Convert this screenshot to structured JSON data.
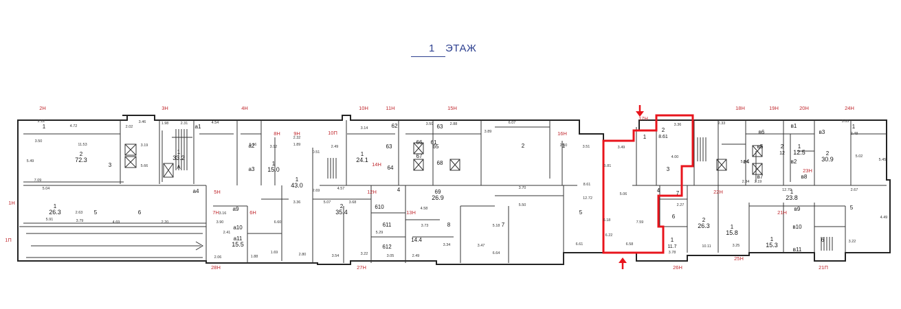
{
  "title": {
    "number": "1",
    "text": "ЭТАЖ"
  },
  "colors": {
    "walls": "#222222",
    "title": "#2c3f8f",
    "premise_marker": "#c0272d",
    "highlight": "#e8141c",
    "arrow": "#e8141c"
  },
  "premise_markers": [
    "2Н",
    "3Н",
    "4Н",
    "8Н",
    "9Н",
    "10П",
    "10Н",
    "11Н",
    "15Н",
    "16Н",
    "17Н",
    "18Н",
    "19Н",
    "20Н",
    "24Н",
    "1Н",
    "1П",
    "5Н",
    "6Н",
    "7Н",
    "14Н",
    "12Н",
    "13Н",
    "21Н",
    "22Н",
    "23Н",
    "25Н",
    "26Н",
    "27Н",
    "28Н",
    "21П"
  ],
  "rooms": [
    {
      "n": "1",
      "area": ""
    },
    {
      "n": "2",
      "area": "72.3"
    },
    {
      "n": "3",
      "area": ""
    },
    {
      "n": "1",
      "area": "33.2"
    },
    {
      "n": "а1",
      "area": ""
    },
    {
      "n": "а2",
      "area": ""
    },
    {
      "n": "а3",
      "area": ""
    },
    {
      "n": "1",
      "area": "15.0"
    },
    {
      "n": "1",
      "area": "43.0"
    },
    {
      "n": "2",
      "area": "35.4"
    },
    {
      "n": "1",
      "area": "24.1"
    },
    {
      "n": "62",
      "area": ""
    },
    {
      "n": "63",
      "area": ""
    },
    {
      "n": "64",
      "area": ""
    },
    {
      "n": "65",
      "area": ""
    },
    {
      "n": "69",
      "area": "26.9"
    },
    {
      "n": "2",
      "area": ""
    },
    {
      "n": "1",
      "area": ""
    },
    {
      "n": "5",
      "area": ""
    },
    {
      "n": "1",
      "area": ""
    },
    {
      "n": "2",
      "area": "",
      "extra": "8.61"
    },
    {
      "n": "3",
      "area": ""
    },
    {
      "n": "4",
      "area": ""
    },
    {
      "n": "7",
      "area": ""
    },
    {
      "n": "6",
      "area": ""
    },
    {
      "n": "1",
      "area": "",
      "extra": "11.7"
    },
    {
      "n": "2",
      "area": "26.3"
    },
    {
      "n": "в1",
      "area": ""
    },
    {
      "n": "в5",
      "area": ""
    },
    {
      "n": "1",
      "area": "12.5"
    },
    {
      "n": "2",
      "area": "30.9"
    },
    {
      "n": "1",
      "area": ""
    },
    {
      "n": "1",
      "area": "26.3"
    },
    {
      "n": "5",
      "area": ""
    },
    {
      "n": "6",
      "area": ""
    },
    {
      "n": "а4",
      "area": ""
    },
    {
      "n": "а9",
      "area": ""
    },
    {
      "n": "а10",
      "area": ""
    },
    {
      "n": "а11",
      "area": "15.5"
    },
    {
      "n": "610",
      "area": ""
    },
    {
      "n": "611",
      "area": ""
    },
    {
      "n": "612",
      "area": ""
    },
    {
      "n": "8",
      "area": ""
    },
    {
      "n": "7",
      "area": ""
    },
    {
      "n": "1",
      "area": "15.8"
    },
    {
      "n": "1",
      "area": "15.3"
    },
    {
      "n": "в9",
      "area": ""
    },
    {
      "n": "в10",
      "area": ""
    },
    {
      "n": "в11",
      "area": ""
    },
    {
      "n": "5",
      "area": ""
    },
    {
      "n": "6",
      "area": ""
    },
    {
      "n": "1",
      "area": "23.8"
    },
    {
      "n": "14.4",
      "area": ""
    },
    {
      "n": "63",
      "area": ""
    },
    {
      "n": "61",
      "area": ""
    },
    {
      "n": "66",
      "area": ""
    },
    {
      "n": "67",
      "area": ""
    },
    {
      "n": "68",
      "area": ""
    },
    {
      "n": "в2",
      "area": ""
    },
    {
      "n": "в3",
      "area": ""
    },
    {
      "n": "в4",
      "area": ""
    },
    {
      "n": "в6",
      "area": ""
    },
    {
      "n": "в7",
      "area": ""
    },
    {
      "n": "в8",
      "area": ""
    },
    {
      "n": "А",
      "area": ""
    },
    {
      "n": "4",
      "area": ""
    },
    {
      "n": "2",
      "area": "",
      "extra": "12"
    }
  ],
  "dims": [
    "2.12",
    "4.72",
    "3.50",
    "11.53",
    "5.49",
    "7.09",
    "3.46",
    "2.02",
    "3.19",
    "5.66",
    "1.98",
    "2.31",
    "4.54",
    "5.16",
    "3.12",
    "1.89",
    "2.49",
    "3.14",
    "3.59",
    "2.88",
    "3.89",
    "6.07",
    "2.10",
    "3.51",
    "3.49",
    "5.81",
    "6.18",
    "6.22",
    "6.58",
    "7.59",
    "5.06",
    "2.27",
    "3.36",
    "2.33",
    "2.34",
    "5.74",
    "2.19",
    "12.70",
    "3.05",
    "2.48",
    "5.02",
    "5.45",
    "2.67",
    "4.49",
    "3.22",
    "5.04",
    "5.91",
    "2.63",
    "3.79",
    "4.69",
    "2.20",
    "4.57",
    "3.68",
    "5.29",
    "4.58",
    "3.34",
    "3.47",
    "6.64",
    "3.70",
    "5.50",
    "6.61",
    "12.72",
    "5.18",
    "10.11",
    "3.78",
    "3.25",
    "3.16",
    "2.06",
    "1.88",
    "1.69",
    "2.80",
    "3.54",
    "3.22",
    "3.05",
    "2.49",
    "3.73",
    "3.90",
    "2.41",
    "6.60",
    "2.32",
    "3.36",
    "5.07",
    "2.69",
    "0.51",
    "4.00",
    "8.61",
    "3.54"
  ]
}
